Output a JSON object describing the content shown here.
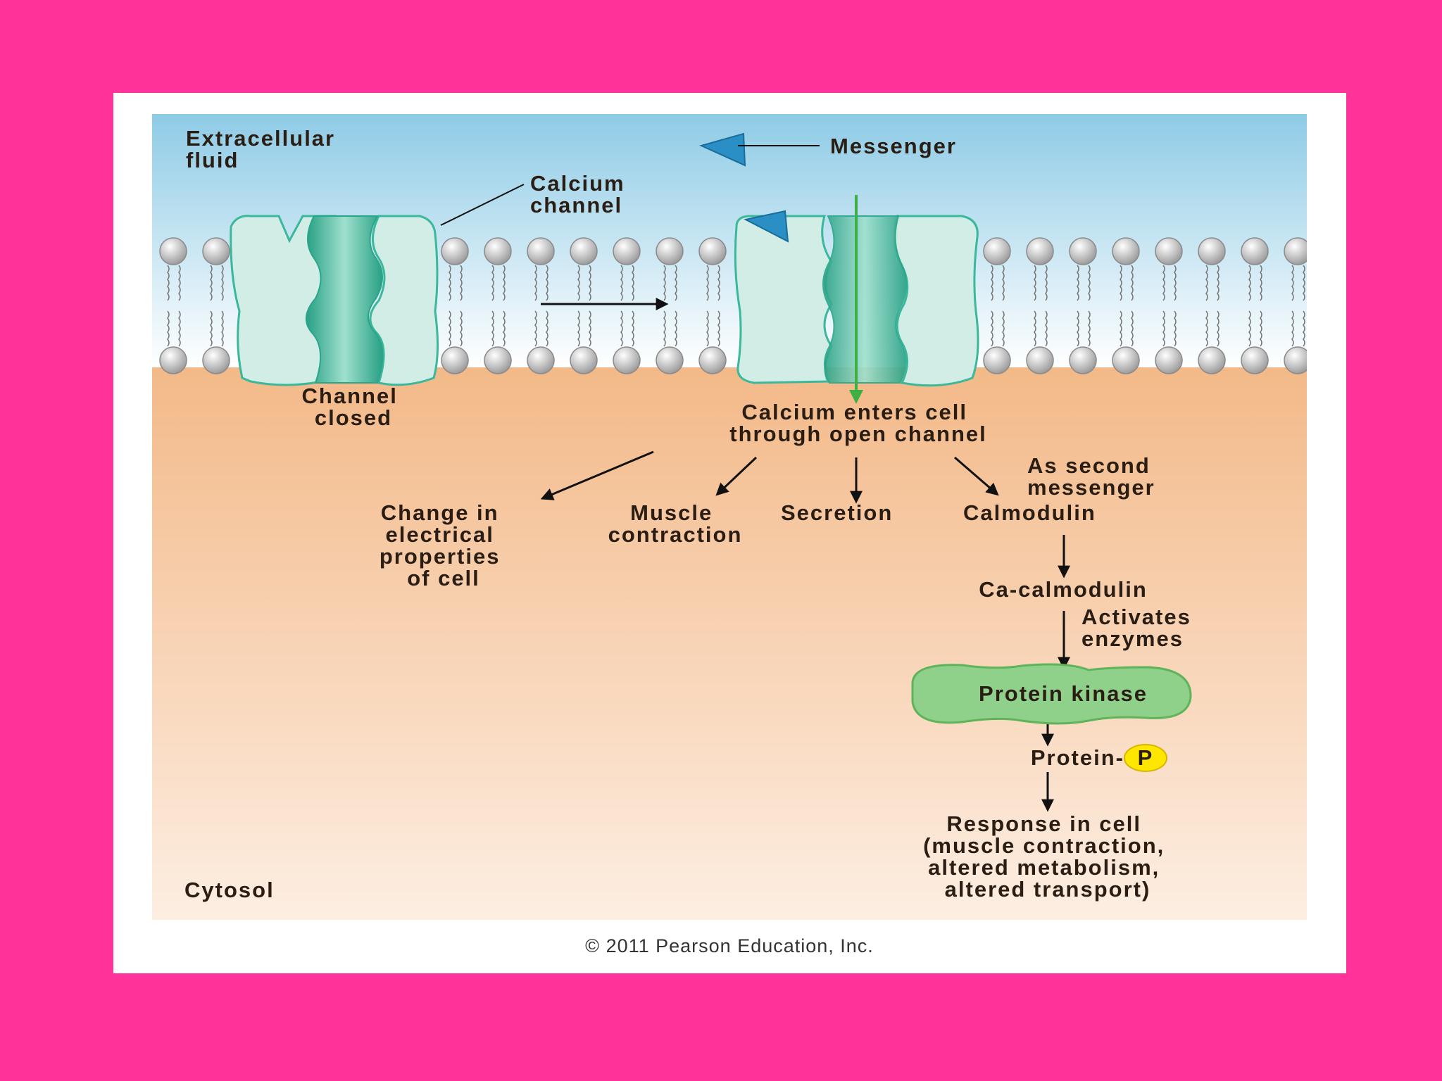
{
  "labels": {
    "extracellular_fluid": [
      "Extracellular",
      "fluid"
    ],
    "messenger": "Messenger",
    "calcium_channel": [
      "Calcium",
      "channel"
    ],
    "channel_closed": [
      "Channel",
      "closed"
    ],
    "calcium_enters": [
      "Calcium enters cell",
      "through open channel"
    ],
    "as_second_messenger": [
      "As second",
      "messenger"
    ],
    "change_electrical": [
      "Change in",
      "electrical",
      "properties",
      "of cell"
    ],
    "muscle_contraction": [
      "Muscle",
      "contraction"
    ],
    "secretion": "Secretion",
    "calmodulin": "Calmodulin",
    "ca_calmodulin": "Ca-calmodulin",
    "activates_enzymes": [
      "Activates",
      "enzymes"
    ],
    "protein_kinase": "Protein kinase",
    "protein_p": "Protein-",
    "phosphate": "P",
    "response": [
      "Response in cell",
      "(muscle contraction,",
      "altered metabolism,",
      "altered transport)"
    ],
    "cytosol": "Cytosol"
  },
  "copyright": "© 2011 Pearson Education, Inc.",
  "colors": {
    "frame": "#ff3399",
    "channel_fill": "#d2ede6",
    "channel_dark": "#2aa58a",
    "channel_stroke": "#3bb79b",
    "messenger": "#2a8fc4",
    "calcium_arrow": "#3cb043",
    "kinase": "#8fd18a",
    "phosphate": "#ffe600",
    "lipid_head": "#b9b9b9"
  }
}
